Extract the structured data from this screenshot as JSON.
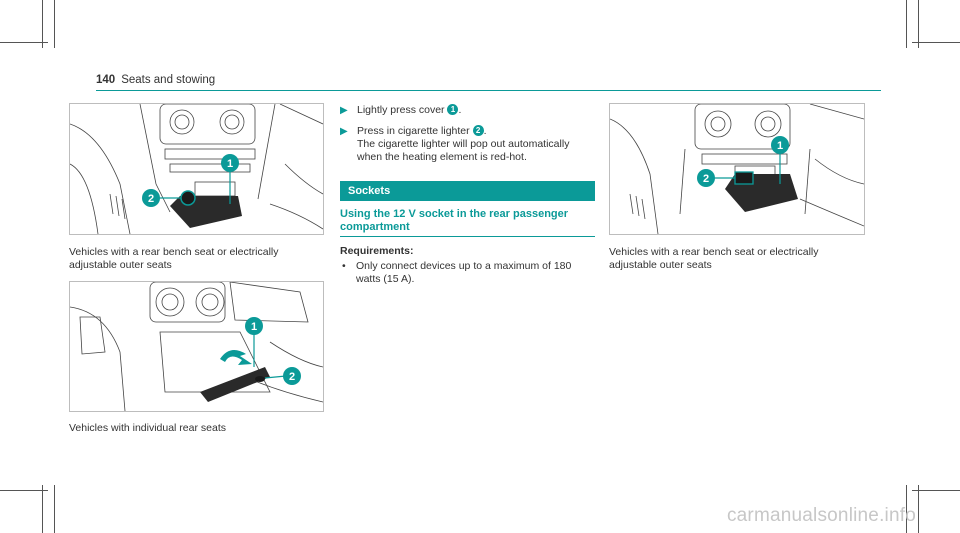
{
  "header": {
    "page_number": "140",
    "section": "Seats and stowing"
  },
  "figures": {
    "fig1": {
      "caption": "Vehicles with a rear bench seat or electrically adjustable outer seats"
    },
    "fig2": {
      "caption": "Vehicles with individual rear seats"
    },
    "fig3": {
      "caption": "Vehicles with a rear bench seat or electrically adjustable outer seats"
    }
  },
  "callouts": {
    "one": "1",
    "two": "2"
  },
  "steps": [
    {
      "pre": "Lightly press cover",
      "post": "."
    },
    {
      "pre": "Press in cigarette lighter",
      "post": ".",
      "text2": "The cigarette lighter will pop out automatically when the heating element is red-hot."
    }
  ],
  "sockets": {
    "heading": "Sockets",
    "subheading": "Using the 12 V socket in the rear passenger compartment",
    "requirements_label": "Requirements:",
    "bullets": [
      "Only connect devices up to a maximum of 180 watts (15 A)."
    ]
  },
  "watermark": "carmanualsonline.info",
  "colors": {
    "accent": "#0b9a98"
  }
}
